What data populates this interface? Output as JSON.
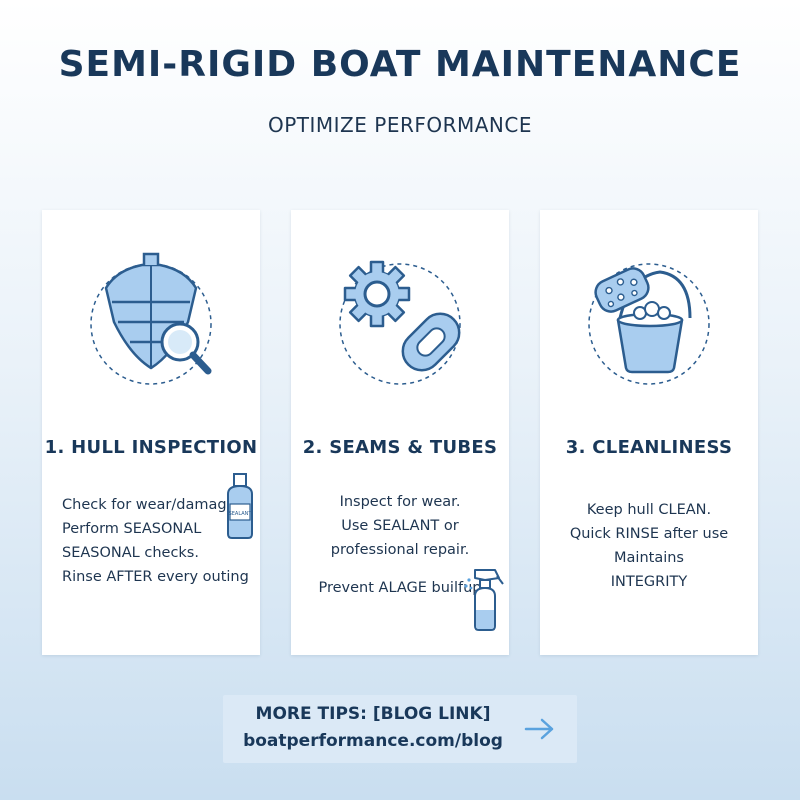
{
  "header": {
    "title": "SEMI-RIGID BOAT MAINTENANCE",
    "subtitle": "OPTIMIZE PERFORMANCE"
  },
  "cards": [
    {
      "icon": "hull-magnifier-icon",
      "title": "1. HULL INSPECTION",
      "lines": [
        "Check for wear/damage",
        "Perform SEASONAL",
        "SEASONAL checks.",
        "Rinse AFTER every outing"
      ],
      "sticker_icon": "sealant-bottle-icon",
      "sticker_text": "SEALANT"
    },
    {
      "icon": "gear-and-patch-icon",
      "title": "2. SEAMS & TUBES",
      "lines": [
        "Inspect for wear.",
        "Use SEALANT or",
        "professional repair."
      ],
      "extra_line": "Prevent ALAGE builfup",
      "sticker_icon": "spray-bottle-icon"
    },
    {
      "icon": "sponge-bucket-icon",
      "title": "3. CLEANLINESS",
      "lines": [
        "Keep hull CLEAN.",
        "Quick RINSE after use",
        "Maintains",
        "INTEGRITY"
      ]
    }
  ],
  "cta": {
    "line1": "MORE TIPS: [BLOG LINK]",
    "line2": "boatperformance.com/blog",
    "arrow_icon": "arrow-right-icon"
  },
  "colors": {
    "navy": "#19385a",
    "icon_fill": "#a9cdef",
    "icon_stroke": "#2c5d8f",
    "cta_background": "#dbe9f6",
    "arrow": "#5aa2de"
  }
}
